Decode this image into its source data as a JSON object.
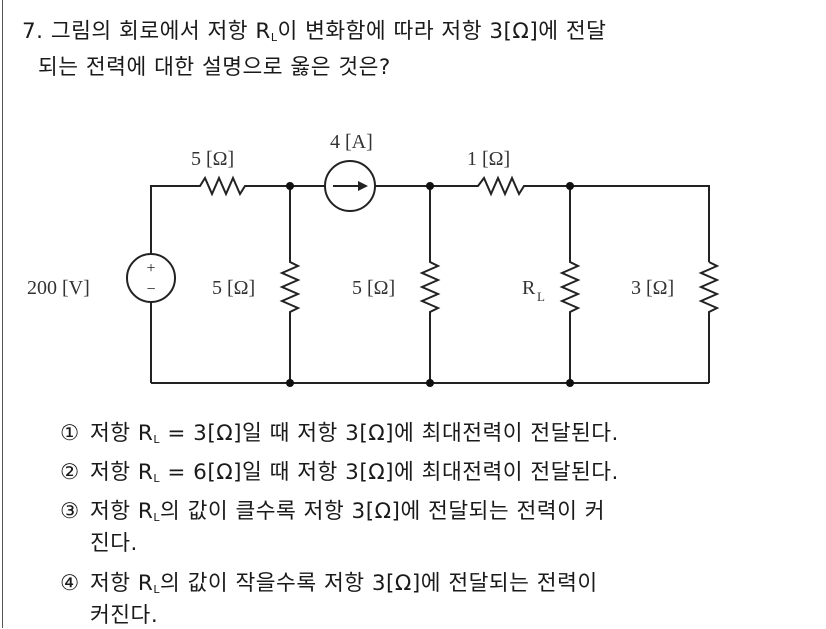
{
  "question": {
    "number": "7.",
    "line1": "그림의 회로에서 저항 R",
    "line1_sub": "L",
    "line1_rest": "이 변화함에 따라 저항 3[Ω]에 전달",
    "line2": "되는 전력에 대한 설명으로 옳은 것은?"
  },
  "circuit": {
    "voltage_source": {
      "label": "200 [V]",
      "plus": "+",
      "minus": "−"
    },
    "current_source": {
      "label": "4 [A]"
    },
    "series_resistor_left": {
      "label": "5 [Ω]"
    },
    "series_resistor_right": {
      "label": "1 [Ω]"
    },
    "shunt_resistor_1": {
      "label": "5 [Ω]"
    },
    "shunt_resistor_2": {
      "label": "5 [Ω]"
    },
    "load_resistor": {
      "label": "R",
      "sub": "L"
    },
    "shunt_resistor_3": {
      "label": "3 [Ω]"
    }
  },
  "options": [
    {
      "num": "①",
      "pre": "저항 R",
      "sub": "L",
      "post": " = 3[Ω]일 때 저항 3[Ω]에 최대전력이 전달된다.",
      "cont": ""
    },
    {
      "num": "②",
      "pre": "저항 R",
      "sub": "L",
      "post": " = 6[Ω]일 때 저항 3[Ω]에 최대전력이 전달된다.",
      "cont": ""
    },
    {
      "num": "③",
      "pre": "저항 R",
      "sub": "L",
      "post": "의 값이 클수록 저항 3[Ω]에 전달되는 전력이 커",
      "cont": "진다."
    },
    {
      "num": "④",
      "pre": "저항 R",
      "sub": "L",
      "post": "의 값이 작을수록 저항 3[Ω]에 전달되는 전력이",
      "cont": "커진다."
    }
  ]
}
